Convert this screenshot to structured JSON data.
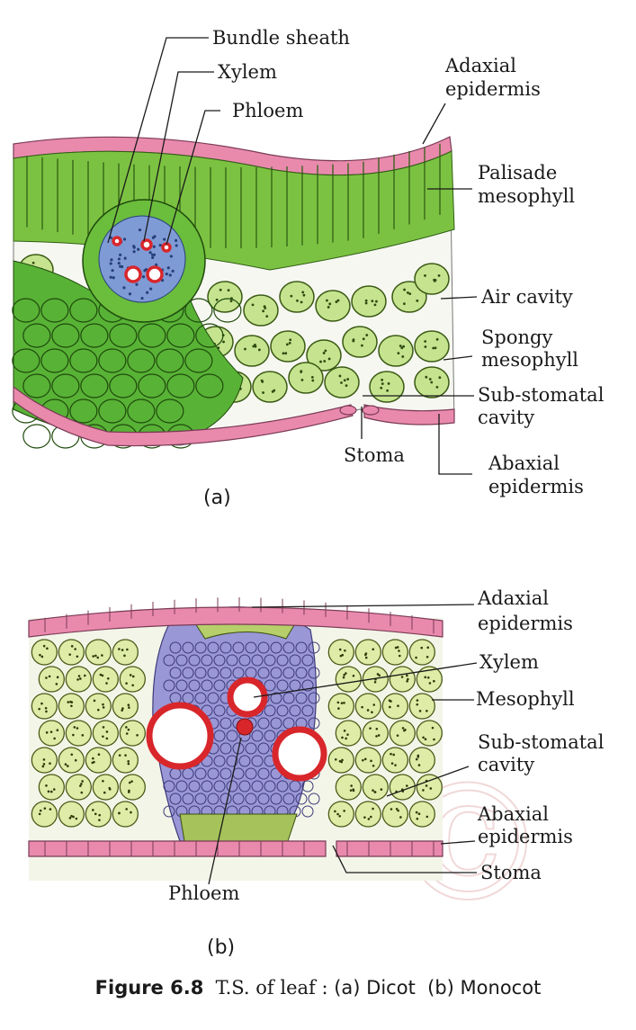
{
  "panel_a": {
    "sublabel": "(a)",
    "labels": {
      "bundle_sheath": "Bundle sheath",
      "xylem": "Xylem",
      "phloem": "Phloem",
      "adaxial_line1": "Adaxial",
      "adaxial_line2": "epidermis",
      "palisade_line1": "Palisade",
      "palisade_line2": "mesophyll",
      "air_cavity": "Air cavity",
      "spongy_line1": "Spongy",
      "spongy_line2": "mesophyll",
      "substomatal_line1": "Sub-stomatal",
      "substomatal_line2": "cavity",
      "stoma": "Stoma",
      "abaxial_line1": "Abaxial",
      "abaxial_line2": "epidermis"
    }
  },
  "panel_b": {
    "sublabel": "(b)",
    "labels": {
      "adaxial_line1": "Adaxial",
      "adaxial_line2": "epidermis",
      "xylem": "Xylem",
      "mesophyll": "Mesophyll",
      "substomatal_line1": "Sub-stomatal",
      "substomatal_line2": "cavity",
      "abaxial_line1": "Abaxial",
      "abaxial_line2": "epidermis",
      "stoma": "Stoma",
      "phloem": "Phloem"
    }
  },
  "caption": {
    "figure": "Figure 6.8",
    "text": "T.S. of leaf :",
    "part_a": "(a) Dicot",
    "part_b": "(b) Monocot"
  },
  "watermark": "©",
  "colors": {
    "epidermis_pink": "#e98aad",
    "palisade_green": "#7cc242",
    "spongy_green": "#c6e38f",
    "bundle_green": "#58b236",
    "phloem_blue": "#7f9bd6",
    "xylem_red": "#d8262b",
    "mono_mesophyll": "#dfeca8",
    "bundle_purple": "#9a97d6"
  }
}
